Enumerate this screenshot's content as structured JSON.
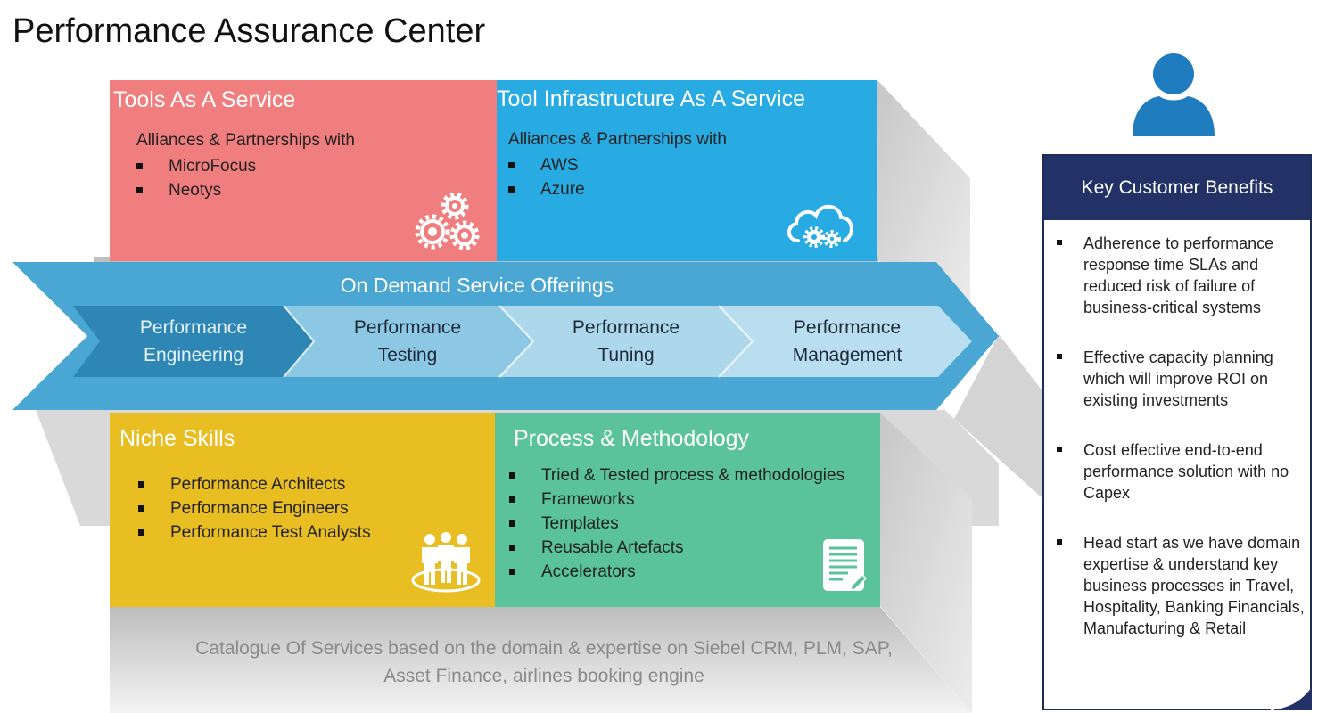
{
  "title": "Performance Assurance Center",
  "tools_service": {
    "heading": "Tools As A Service",
    "intro": "Alliances & Partnerships with",
    "items": [
      "MicroFocus",
      "Neotys"
    ],
    "icon": "gears-icon",
    "color": "#f17e7e"
  },
  "infra_service": {
    "heading": "Tool Infrastructure As A Service",
    "intro": "Alliances & Partnerships with",
    "items": [
      "AWS",
      "Azure"
    ],
    "icon": "cloud-gear-icon",
    "color": "#27abe2"
  },
  "offerings": {
    "heading": "On Demand Service Offerings",
    "color": "#4aa6d2",
    "steps": [
      {
        "line1": "Performance",
        "line2": "Engineering",
        "color": "#2e86b5"
      },
      {
        "line1": "Performance",
        "line2": "Testing",
        "color": "#8cc8e4"
      },
      {
        "line1": "Performance",
        "line2": "Tuning",
        "color": "#add8ec"
      },
      {
        "line1": "Performance",
        "line2": "Management",
        "color": "#b9def0"
      }
    ]
  },
  "niche_skills": {
    "heading": "Niche Skills",
    "items": [
      "Performance Architects",
      "Performance Engineers",
      "Performance Test Analysts"
    ],
    "icon": "team-icon",
    "color": "#e8be22"
  },
  "process": {
    "heading": "Process & Methodology",
    "items": [
      "Tried & Tested process & methodologies",
      "Frameworks",
      "Templates",
      "Reusable Artefacts",
      "Accelerators"
    ],
    "icon": "document-icon",
    "color": "#5ac39b"
  },
  "catalogue": {
    "line1": "Catalogue Of Services based on the domain & expertise on Siebel CRM, PLM, SAP,",
    "line2": "Asset Finance, airlines booking engine"
  },
  "customer_icon": "person-icon",
  "key_benefits": {
    "heading": "Key Customer Benefits",
    "items": [
      "Adherence to performance response time SLAs and reduced risk of failure of business-critical systems",
      "Effective capacity planning which will improve ROI on existing investments",
      "Cost effective end-to-end performance solution with no Capex",
      "Head start as we have domain expertise & understand key business processes in Travel, Hospitality, Banking Financials, Manufacturing & Retail"
    ]
  }
}
